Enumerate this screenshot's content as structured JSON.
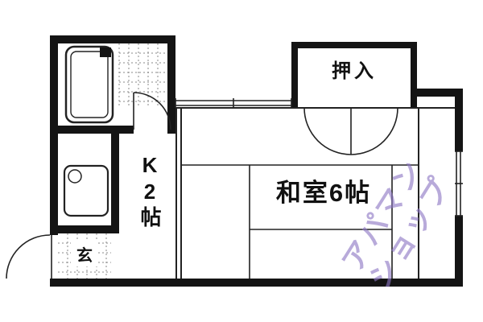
{
  "floorplan": {
    "type": "apartment-floor-plan",
    "rooms": {
      "closet_label": "押入",
      "main_room_label": "和室6帖",
      "kitchen_label": "K2帖",
      "entrance_label": "玄"
    },
    "fixtures": [
      "bathtub",
      "sink",
      "tiled-bath-floor",
      "tiled-entrance-floor"
    ],
    "doors": [
      "bathroom-swing-door",
      "closet-double-doors",
      "entrance-swing-door"
    ],
    "windows": [
      "top-wall-window",
      "right-wall-window"
    ],
    "watermark": {
      "line1": "アパマン",
      "line2": "ショップ",
      "color": "#8d76c4"
    },
    "colors": {
      "wall": "#141414",
      "line": "#222222",
      "tile_grid": "#8a8a8a",
      "background": "#ffffff"
    }
  }
}
